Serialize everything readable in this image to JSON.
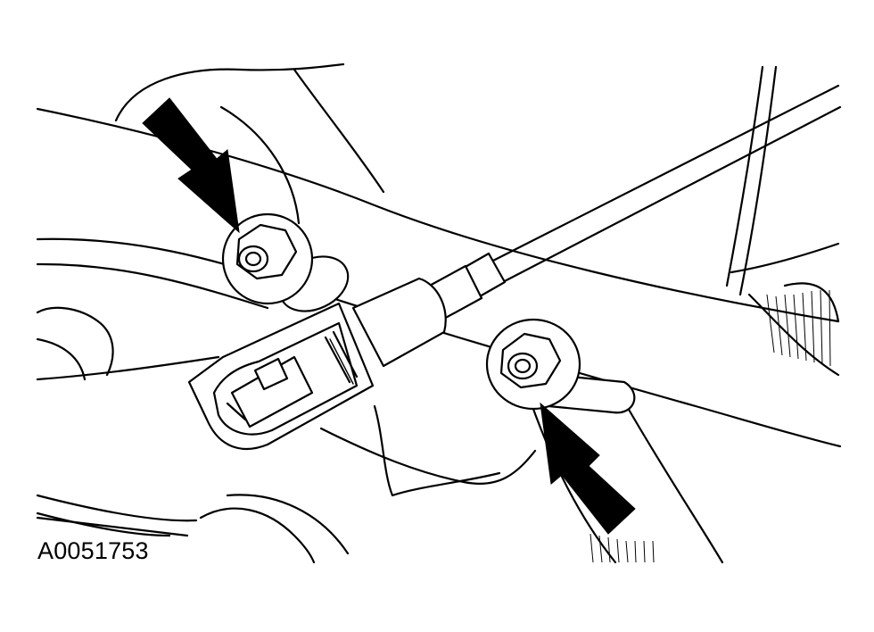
{
  "figure": {
    "id_label": "A0051753"
  },
  "illustration": {
    "description_items": [
      "mounting-nut-upper",
      "mounting-nut-lower",
      "cable-bracket",
      "shift-cable"
    ],
    "colors": {
      "line": "#000000",
      "background": "#ffffff"
    }
  }
}
